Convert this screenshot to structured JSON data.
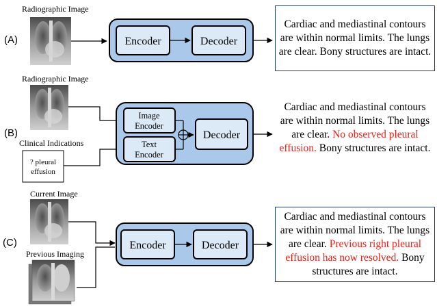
{
  "panels": {
    "a": {
      "label": "(A)",
      "input_label": "Radiographic Image",
      "encoder": "Encoder",
      "decoder": "Decoder",
      "output": [
        {
          "text": "Cardiac and mediastinal contours are within normal limits. The lungs are clear. Bony structures are intact.",
          "highlight": false
        }
      ]
    },
    "b": {
      "label": "(B)",
      "input_label": "Radiographic Image",
      "indications_label": "Clinical Indications",
      "indications_text_1": "? pleural",
      "indications_text_2": "effusion",
      "image_encoder_1": "Image",
      "image_encoder_2": "Encoder",
      "text_encoder_1": "Text",
      "text_encoder_2": "Encoder",
      "combine_symbol": "⊕",
      "decoder": "Decoder",
      "output": [
        {
          "text": "Cardiac and mediastinal contours are within normal limits. The lungs are clear. ",
          "highlight": false
        },
        {
          "text": "No observed pleural effusion.",
          "highlight": true
        },
        {
          "text": " Bony structures are intact.",
          "highlight": false
        }
      ]
    },
    "c": {
      "label": "(C)",
      "current_label": "Current Image",
      "previous_label": "Previous Imaging",
      "encoder": "Encoder",
      "decoder": "Decoder",
      "output": [
        {
          "text": "Cardiac and mediastinal contours are within normal limits. The lungs are clear. ",
          "highlight": false
        },
        {
          "text": "Previous right pleural effusion has now resolved.",
          "highlight": true
        },
        {
          "text": " Bony structures are intact.",
          "highlight": false
        }
      ]
    }
  },
  "colors": {
    "model_fill": "#a9c8ea",
    "module_fill": "#dce9f7",
    "stroke": "#000000",
    "highlight": "#e8201a",
    "output_border": "#1f3864"
  }
}
